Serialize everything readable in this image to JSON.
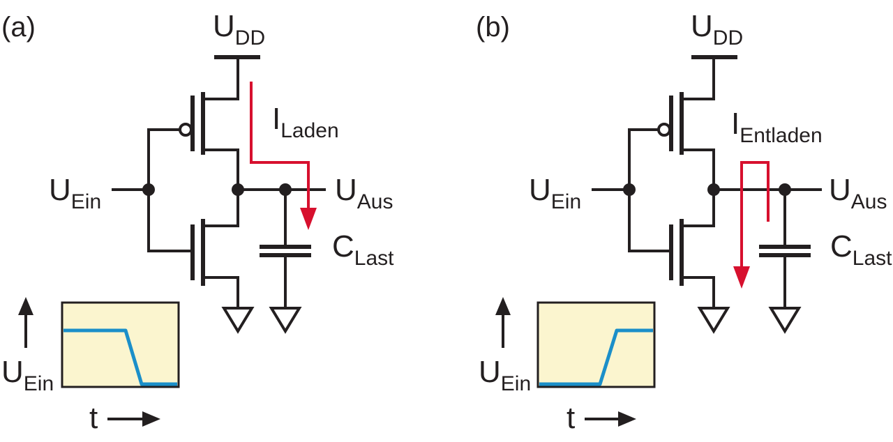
{
  "panel_a": {
    "label": "(a)",
    "supply": "U",
    "supply_sub": "DD",
    "current": "I",
    "current_sub": "Laden",
    "input": "U",
    "input_sub": "Ein",
    "output": "U",
    "output_sub": "Aus",
    "cap": "C",
    "cap_sub": "Last",
    "scope_ylabel": "U",
    "scope_ylabel_sub": "Ein",
    "scope_xlabel": "t"
  },
  "panel_b": {
    "label": "(b)",
    "supply": "U",
    "supply_sub": "DD",
    "current": "I",
    "current_sub": "Entladen",
    "input": "U",
    "input_sub": "Ein",
    "output": "U",
    "output_sub": "Aus",
    "cap": "C",
    "cap_sub": "Last",
    "scope_ylabel": "U",
    "scope_ylabel_sub": "Ein",
    "scope_xlabel": "t"
  },
  "colors": {
    "wire": "#231f20",
    "current_arrow": "#d7102e",
    "scope_bg": "#fbf5cf",
    "trace": "#1b8fc9"
  }
}
